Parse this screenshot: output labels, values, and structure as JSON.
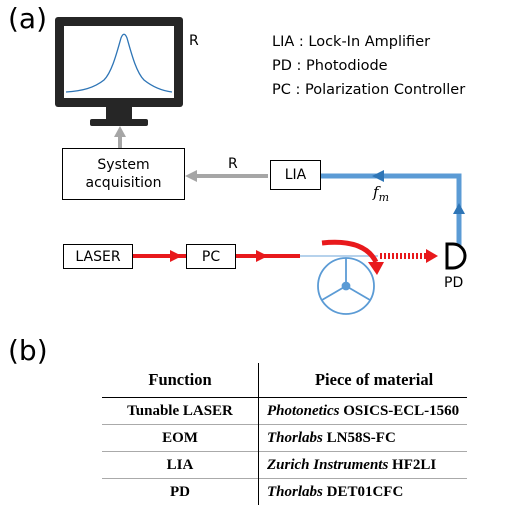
{
  "panels": {
    "a": "(a)",
    "b": "(b)"
  },
  "legend": [
    "LIA : Lock-In Amplifier",
    "PD : Photodiode",
    "PC : Polarization Controller"
  ],
  "monitor": {
    "signal_label": "R"
  },
  "blocks": {
    "system": "System\nacquisition",
    "lia": "LIA",
    "laser": "LASER",
    "pc": "PC",
    "pd": "PD"
  },
  "signal_labels": {
    "r": "R",
    "fm": "f",
    "fm_sub": "m"
  },
  "colors": {
    "beam": "#e8191c",
    "signal": "#5b9bd5",
    "feedback": "#a6a6a6",
    "wheel": "#5b9bd5"
  },
  "table": {
    "headers": [
      "Function",
      "Piece of material"
    ],
    "rows": [
      {
        "function": "Tunable LASER",
        "vendor": "Photonetics",
        "model": "OSICS-ECL-1560"
      },
      {
        "function": "EOM",
        "vendor": "Thorlabs",
        "model": "LN58S-FC"
      },
      {
        "function": "LIA",
        "vendor": "Zurich Instruments",
        "model": "HF2LI"
      },
      {
        "function": "PD",
        "vendor": "Thorlabs",
        "model": "DET01CFC"
      }
    ]
  }
}
